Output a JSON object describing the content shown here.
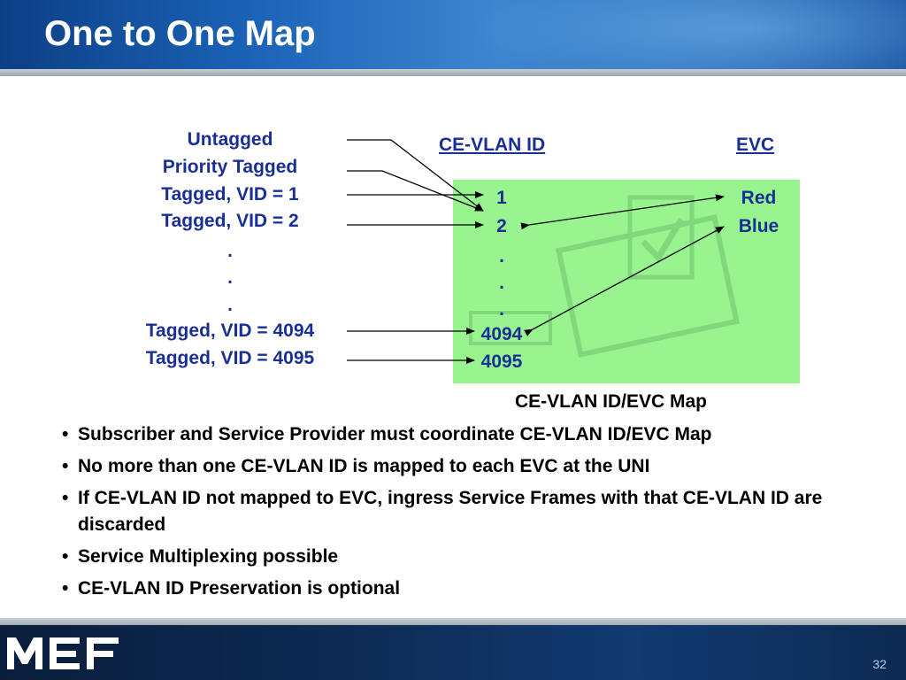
{
  "slide": {
    "title": "One to One Map",
    "page_number": "32"
  },
  "diagram": {
    "frame_types": [
      "Untagged",
      "Priority Tagged",
      "Tagged, VID = 1",
      "Tagged, VID = 2",
      ".",
      ".",
      ".",
      "Tagged, VID = 4094",
      "Tagged, VID = 4095"
    ],
    "ce_vlan_header": "CE-VLAN ID",
    "evc_header": "EVC",
    "ce_vlan_ids": [
      "1",
      "2",
      ".",
      ".",
      ".",
      "4094",
      "4095"
    ],
    "evcs": [
      "Red",
      "Blue"
    ],
    "caption": "CE-VLAN ID/EVC Map",
    "map_color": "#97f48f",
    "text_color": "#1a2f96"
  },
  "bullets": [
    "Subscriber and Service Provider must coordinate CE-VLAN ID/EVC Map",
    "No more than one CE-VLAN ID is mapped to each EVC at the UNI",
    "If CE-VLAN ID not mapped to EVC, ingress Service Frames with that CE-VLAN ID are discarded",
    "Service Multiplexing possible",
    "CE-VLAN ID Preservation is optional"
  ],
  "bullet_glyph": "•",
  "logo_text": "MEF"
}
